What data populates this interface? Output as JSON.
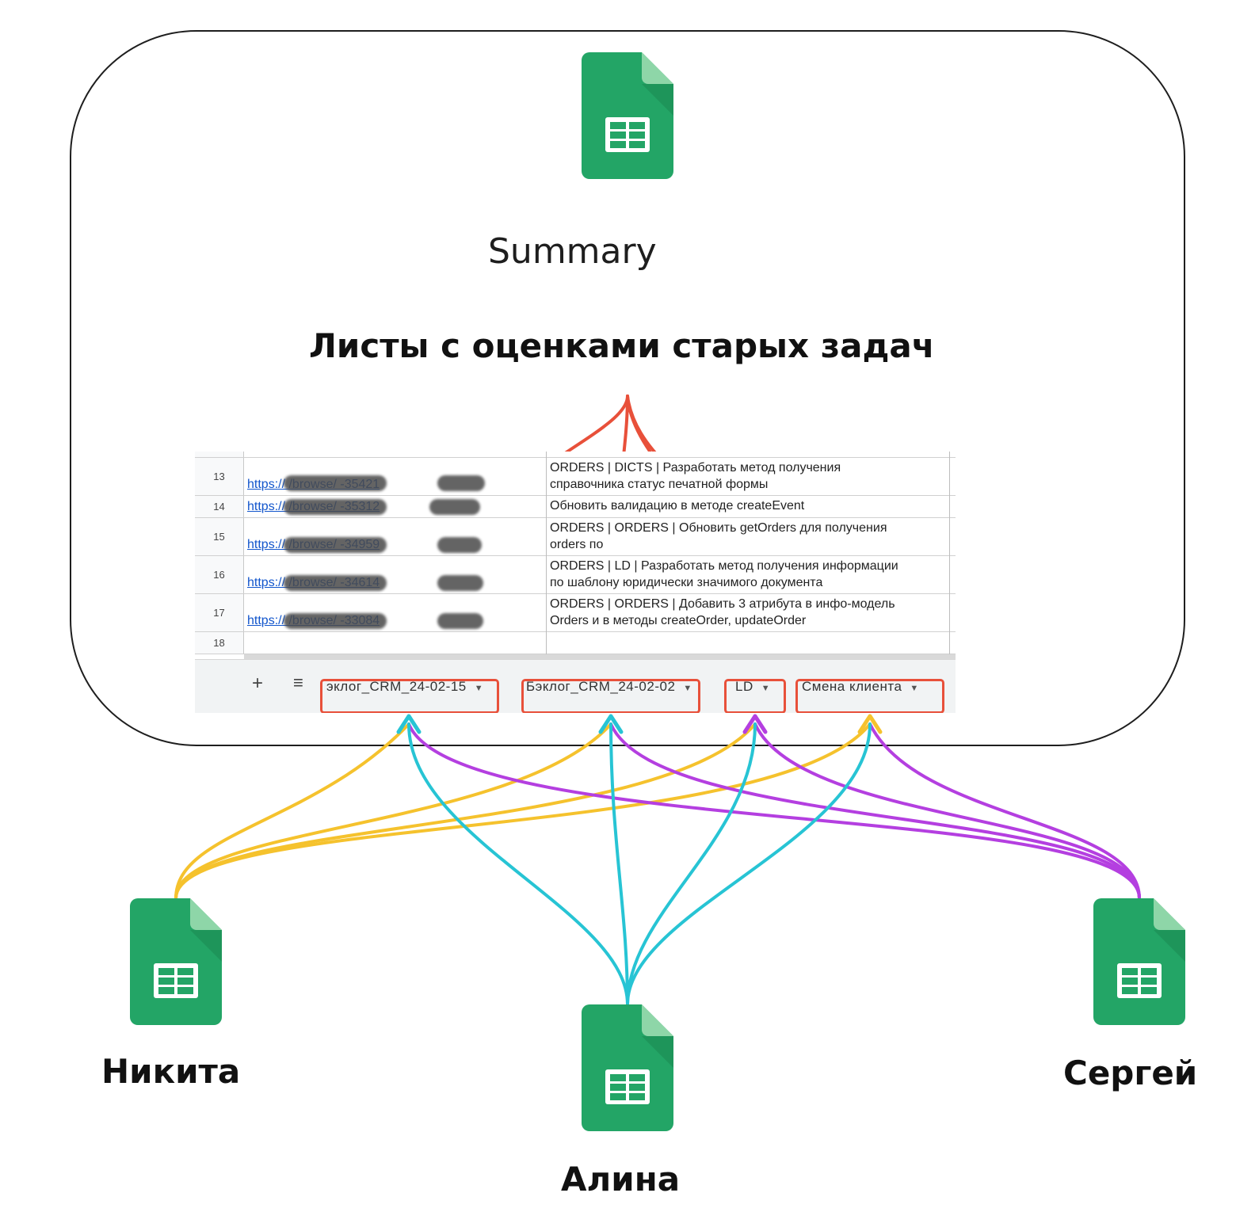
{
  "summary": {
    "label": "Summary",
    "icon": "google-sheets-icon"
  },
  "section_title": "Листы с оценками старых задач",
  "people": [
    {
      "name": "Никита",
      "icon": "google-sheets-icon",
      "color": "#f5c22d"
    },
    {
      "name": "Алина",
      "icon": "google-sheets-icon",
      "color": "#27c4d4"
    },
    {
      "name": "Сергей",
      "icon": "google-sheets-icon",
      "color": "#b43fe0"
    }
  ],
  "colors": {
    "summary_links": "#e8503a",
    "nikita": "#f5c22d",
    "alina": "#27c4d4",
    "sergey": "#b43fe0",
    "sheets_green": "#23a566"
  },
  "spreadsheet": {
    "rows": [
      {
        "num": "13",
        "link": "https://          /browse/       -35421",
        "task": "ORDERS | DICTS | Разработать метод получения\nсправочника статус печатной формы"
      },
      {
        "num": "14",
        "link": "https://              /browse/       -35312",
        "task": "Обновить валидацию в методе createEvent"
      },
      {
        "num": "15",
        "link": "https://              /browse/       -34959",
        "task": "ORDERS | ORDERS | Обновить getOrders для получения\norders по"
      },
      {
        "num": "16",
        "link": "https://              /browse/       -34614",
        "task": "ORDERS | LD | Разработать метод получения информации\nпо шаблону юридически значимого документа"
      },
      {
        "num": "17",
        "link": "https://              /browse/       -33084",
        "task": "ORDERS | ORDERS | Добавить 3 атрибута в инфо-модель\nOrders и в методы createOrder, updateOrder"
      },
      {
        "num": "18",
        "link": "",
        "task": ""
      }
    ],
    "tabbar": {
      "add_label": "+",
      "menu_label": "≡"
    },
    "tabs": [
      {
        "label": "эклог_CRM_24-02-15"
      },
      {
        "label": "Бэклог_CRM_24-02-02"
      },
      {
        "label": "LD"
      },
      {
        "label": "Смена клиента"
      }
    ]
  }
}
